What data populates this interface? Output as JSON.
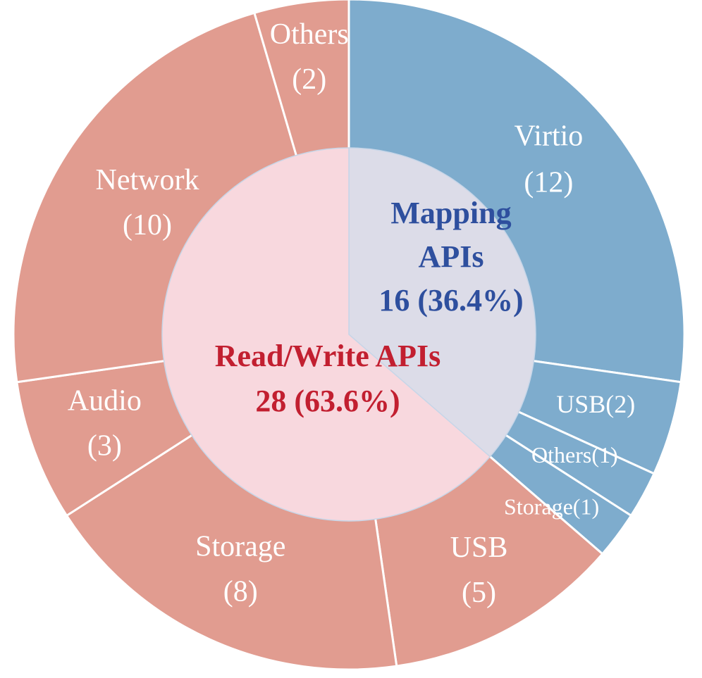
{
  "chart_data": {
    "type": "pie",
    "style": "nested-donut",
    "inner_ring": [
      {
        "key": "mapping",
        "label_lines": [
          "Mapping",
          "APIs",
          "16 (36.4%)"
        ],
        "value": 16,
        "percent": 36.4,
        "color": "#dcdce8",
        "text_color": "#2e4f9e"
      },
      {
        "key": "readwrite",
        "label_lines": [
          "Read/Write APIs",
          "28 (63.6%)"
        ],
        "value": 28,
        "percent": 63.6,
        "color": "#f8d8de",
        "text_color": "#c21f30"
      }
    ],
    "outer_ring": [
      {
        "key": "virtio",
        "group": "mapping",
        "label_lines": [
          "Virtio",
          "(12)"
        ],
        "value": 12,
        "color": "#7eaccd"
      },
      {
        "key": "usb-mapping",
        "group": "mapping",
        "label_lines": [
          "USB(2)"
        ],
        "value": 2,
        "color": "#7eaccd"
      },
      {
        "key": "others-mapping",
        "group": "mapping",
        "label_lines": [
          "Others(1)"
        ],
        "value": 1,
        "color": "#7eaccd"
      },
      {
        "key": "storage-mapping",
        "group": "mapping",
        "label_lines": [
          "Storage(1)"
        ],
        "value": 1,
        "color": "#7eaccd"
      },
      {
        "key": "usb-rw",
        "group": "readwrite",
        "label_lines": [
          "USB",
          "(5)"
        ],
        "value": 5,
        "color": "#e19c90"
      },
      {
        "key": "storage-rw",
        "group": "readwrite",
        "label_lines": [
          "Storage",
          "(8)"
        ],
        "value": 8,
        "color": "#e19c90"
      },
      {
        "key": "audio-rw",
        "group": "readwrite",
        "label_lines": [
          "Audio",
          "(3)"
        ],
        "value": 3,
        "color": "#e19c90"
      },
      {
        "key": "network-rw",
        "group": "readwrite",
        "label_lines": [
          "Network",
          "(10)"
        ],
        "value": 10,
        "color": "#e19c90"
      },
      {
        "key": "others-rw",
        "group": "readwrite",
        "label_lines": [
          "Others",
          "(2)"
        ],
        "value": 2,
        "color": "#e19c90"
      }
    ]
  }
}
